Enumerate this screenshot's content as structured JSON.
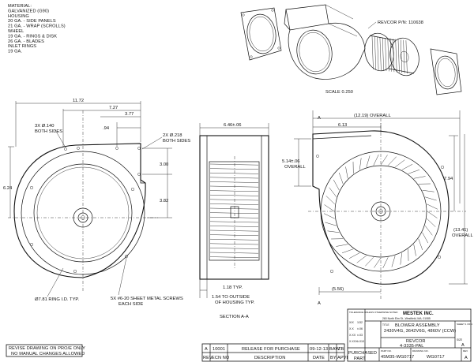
{
  "notes": {
    "lines": [
      "MATERIAL:",
      "GALVANIZED (G90)",
      "HOUSING",
      "20 GA. - SIDE PANELS",
      "21 GA. - WRAP (SCROLLS)",
      "WHEEL",
      "19 GA. - RINGS & DISK",
      "26 GA. - BLADES",
      "INLET RINGS",
      "19 GA."
    ]
  },
  "exploded_view": {
    "part_label": "REVCOR P/N: 110638",
    "scale_label": "SCALE  0.250"
  },
  "dimensions": {
    "d_11_72": "11.72",
    "d_7_27": "7.27",
    "d_3_77": "3.77",
    "d_94": ".94",
    "hole_note_1a": "3X Ø.140",
    "hole_note_1b": "BOTH SIDES",
    "hole_note_2a": "2X Ø.218",
    "hole_note_2b": "BOTH SIDES",
    "d_3_00": "3.00",
    "d_3_82": "3.82",
    "d_6_24": "6.24",
    "ring_note": "Ø7.81 RING I.D. TYP.",
    "screw_note_a": "5X #6-20 SHEET METAL SCREWS",
    "screw_note_b": "EACH SIDE",
    "d_6_46": "6.46±.06",
    "d_1_18": "1.18 TYP.",
    "d_1_54a": "1.54 TO OUTSIDE",
    "d_1_54b": "OF HOUSING TYP.",
    "section_label": "SECTION  A-A",
    "d_12_19": "(12.19) OVERALL",
    "d_6_13": "6.13",
    "d_5_14a": "5.14±.06",
    "d_5_14b": "OVERALL",
    "d_7_94": "7.94",
    "d_13_41a": "(13.41)",
    "d_13_41b": "OVERALL",
    "d_5_56": "(5.56)",
    "section_mark": "A"
  },
  "stamp": {
    "lines": [
      "REVISE DRAWING ON PRO/E ONLY",
      "NO MANUAL CHANGES ALLOWED"
    ]
  },
  "revision_block": {
    "rev": "A",
    "ecn": "10001",
    "description": "RELEASE FOR PURCHASE",
    "date": "09-12-13",
    "by": "BAW",
    "apvd": "ZB",
    "col_rev": "REV",
    "col_ecn": "ECN NO",
    "col_description": "DESCRIPTION",
    "col_date": "DATE",
    "col_by": "BY",
    "col_apvd": "APVD"
  },
  "title_block": {
    "company": "MESTEK INC.",
    "address": "260 North Elm St., Westfield, MA. 01085",
    "tol_header": "TOLERANCE UNLESS OTHERWISE NOTED",
    "tol_rows": [
      {
        "label": "X/X",
        "value": "1/32"
      },
      {
        "label": "X.X",
        "value": "±.06"
      },
      {
        "label": "X.XX",
        "value": "±.03"
      },
      {
        "label": "X.XXX",
        "value": "±.010"
      }
    ],
    "title_label": "TITLE",
    "title_lines": [
      "BLOWER ASSEMBLY",
      "2430V4G, 3642V6G, 4860V (CCW)"
    ],
    "vendor": "REVCOR",
    "vendor_part": "4-3335-PAL",
    "sheet_label": "SHEET 1 OF 1",
    "size_label": "SIZE",
    "size_value": "A",
    "purchased_line1": "PURCHASED",
    "purchased_line2": "PART",
    "part_no_label": "PART NO.",
    "part_no": "45M35-WG0717",
    "drawing_no_label": "DRAWING NO.",
    "drawing_no": "WG0717",
    "rev_label": "REV",
    "rev_value": "A"
  }
}
